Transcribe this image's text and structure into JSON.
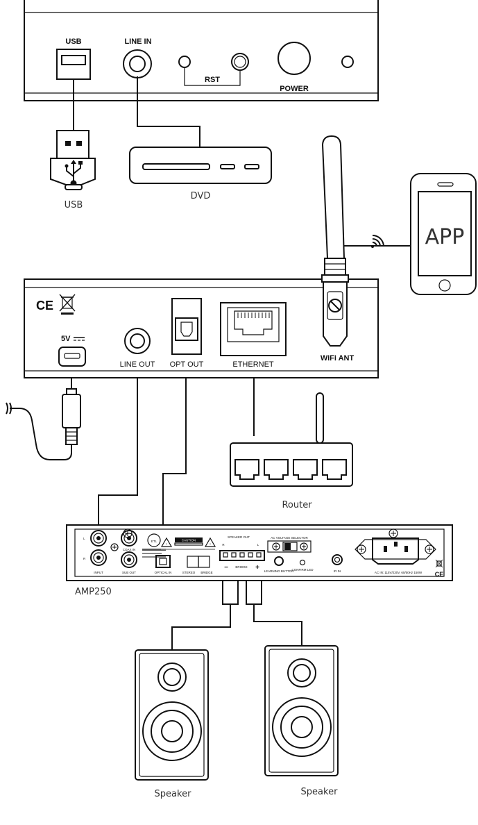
{
  "streamer_front": {
    "usb_label": "USB",
    "line_in_label": "LINE IN",
    "rst_label": "RST",
    "power_label": "POWER"
  },
  "devices": {
    "usb_stick_label": "USB",
    "dvd_label": "DVD",
    "router_label": "Router",
    "app_label": "APP",
    "amp_label": "AMP250",
    "speaker_left_label": "Speaker",
    "speaker_right_label": "Speaker"
  },
  "streamer_back": {
    "ce_mark": "CE",
    "power_5v_label": "5V",
    "line_out_label": "LINE OUT",
    "opt_out_label": "OPT OUT",
    "ethernet_label": "ETHERNET",
    "wifi_ant_label": "WiFi ANT"
  },
  "amp_panel": {
    "input_label": "INPUT",
    "input_l": "L",
    "input_r": "R",
    "coax_in_label": "COAX IN",
    "sub_out_label": "SUB OUT",
    "optical_in_label": "OPTICAL IN",
    "stereo_label": "STEREO",
    "bridge_label": "BRIDGE",
    "caution_label": "CAUTION",
    "speaker_out_label": "SPEAKER OUT",
    "speaker_out_r": "R",
    "speaker_out_l": "L",
    "bridge_terminal_label": "BRIDGE",
    "minus_sign": "−",
    "plus_sign": "+",
    "ac_voltage_selector_label": "AC VOLTAGE SELECTOR",
    "learning_button_label": "LEARNING BUTTON",
    "confirm_led_label": "CONFIRM LED",
    "ir_in_label": "IR IN",
    "ac_in_label": "AC IN: 115V/230V, 60/50Hz 150W",
    "ce_mark": "CE"
  }
}
